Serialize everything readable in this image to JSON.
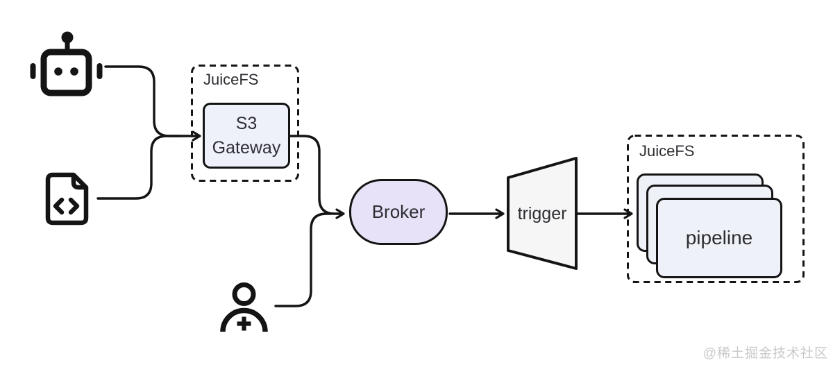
{
  "diagram": {
    "groups": {
      "left": {
        "label": "JuiceFS"
      },
      "right": {
        "label": "JuiceFS"
      }
    },
    "nodes": {
      "s3_gateway": {
        "line1": "S3",
        "line2": "Gateway"
      },
      "broker": {
        "label": "Broker"
      },
      "trigger": {
        "label": "trigger"
      },
      "pipeline": {
        "label": "pipeline"
      }
    },
    "icons": {
      "robot": "robot-icon",
      "code_file": "code-file-icon",
      "person_add": "person-add-icon"
    },
    "colors": {
      "stroke": "#141414",
      "text": "#2e2d33",
      "s3_fill": "#eef1fa",
      "broker_fill": "#e7e2f7",
      "trigger_fill": "#f6f6f6",
      "card_fill": "#eef1f8",
      "watermark": "#c9c9c9"
    }
  },
  "watermark": {
    "text": "@稀土掘金技术社区"
  }
}
